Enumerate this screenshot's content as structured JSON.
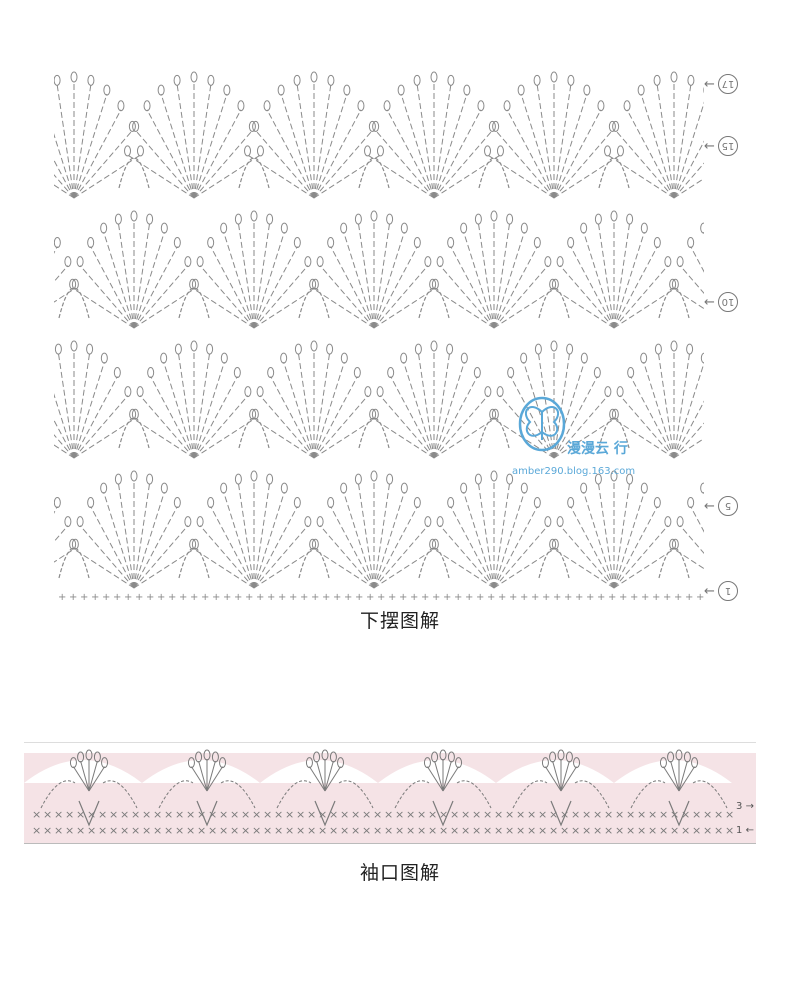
{
  "hem": {
    "caption": "下摆图解",
    "row_markers": [
      {
        "label": "17"
      },
      {
        "label": "15"
      },
      {
        "label": "10"
      },
      {
        "label": "5"
      },
      {
        "label": "1"
      }
    ]
  },
  "sleeve": {
    "caption": "袖口图解",
    "row_labels": [
      {
        "label": "3",
        "arrow": "→"
      },
      {
        "label": "1",
        "arrow": "←"
      }
    ]
  },
  "watermark": {
    "name": "漫漫云 行",
    "url": "amber290.blog.163.com"
  },
  "colors": {
    "stitch": "#8a8a8a",
    "sleeve_bg": "#f5e3e6",
    "watermark": "#5aa8d8"
  }
}
